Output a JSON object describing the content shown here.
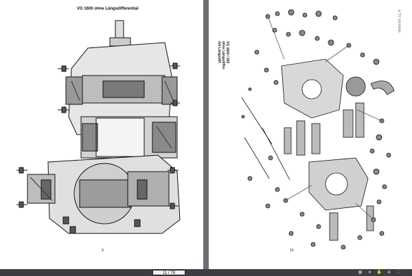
{
  "left_page": {
    "title": "VG 1600 ohne Längsdifferential",
    "page_number": "9"
  },
  "right_page": {
    "title_lines": [
      "VG 1600 / 300",
      "ohne Längsdiffer.",
      "mit Längsdiff."
    ],
    "handwritten_note": "4.75 VG1600",
    "page_number": "10"
  },
  "toolbar": {
    "page_indicator": "11 / 78",
    "icons": [
      "thumbnails-icon",
      "pointer-icon",
      "hand-icon",
      "zoom-icon",
      "fullscreen-icon"
    ]
  }
}
